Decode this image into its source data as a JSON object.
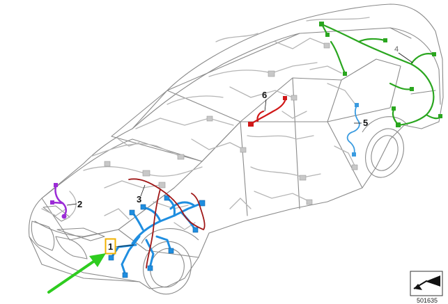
{
  "diagram": {
    "callouts": [
      {
        "id": "1",
        "label": "1",
        "highlighted": true
      },
      {
        "id": "2",
        "label": "2"
      },
      {
        "id": "3",
        "label": "3"
      },
      {
        "id": "4",
        "label": "4"
      },
      {
        "id": "5",
        "label": "5"
      },
      {
        "id": "6",
        "label": "6"
      }
    ],
    "image_code": "501635"
  },
  "colors": {
    "outline": "#8a8a8a",
    "harness_gray": "#b5b5b5",
    "highlight_box": "#f2b100",
    "arrow": "#2ecc1f",
    "harness_1": "#1f8ee0",
    "harness_2": "#9b2bd6",
    "harness_3": "#a01818",
    "harness_4": "#2aa61f",
    "harness_5": "#3a9be0",
    "harness_6": "#d01818"
  },
  "icons": [
    "catalog-arrow-icon"
  ]
}
